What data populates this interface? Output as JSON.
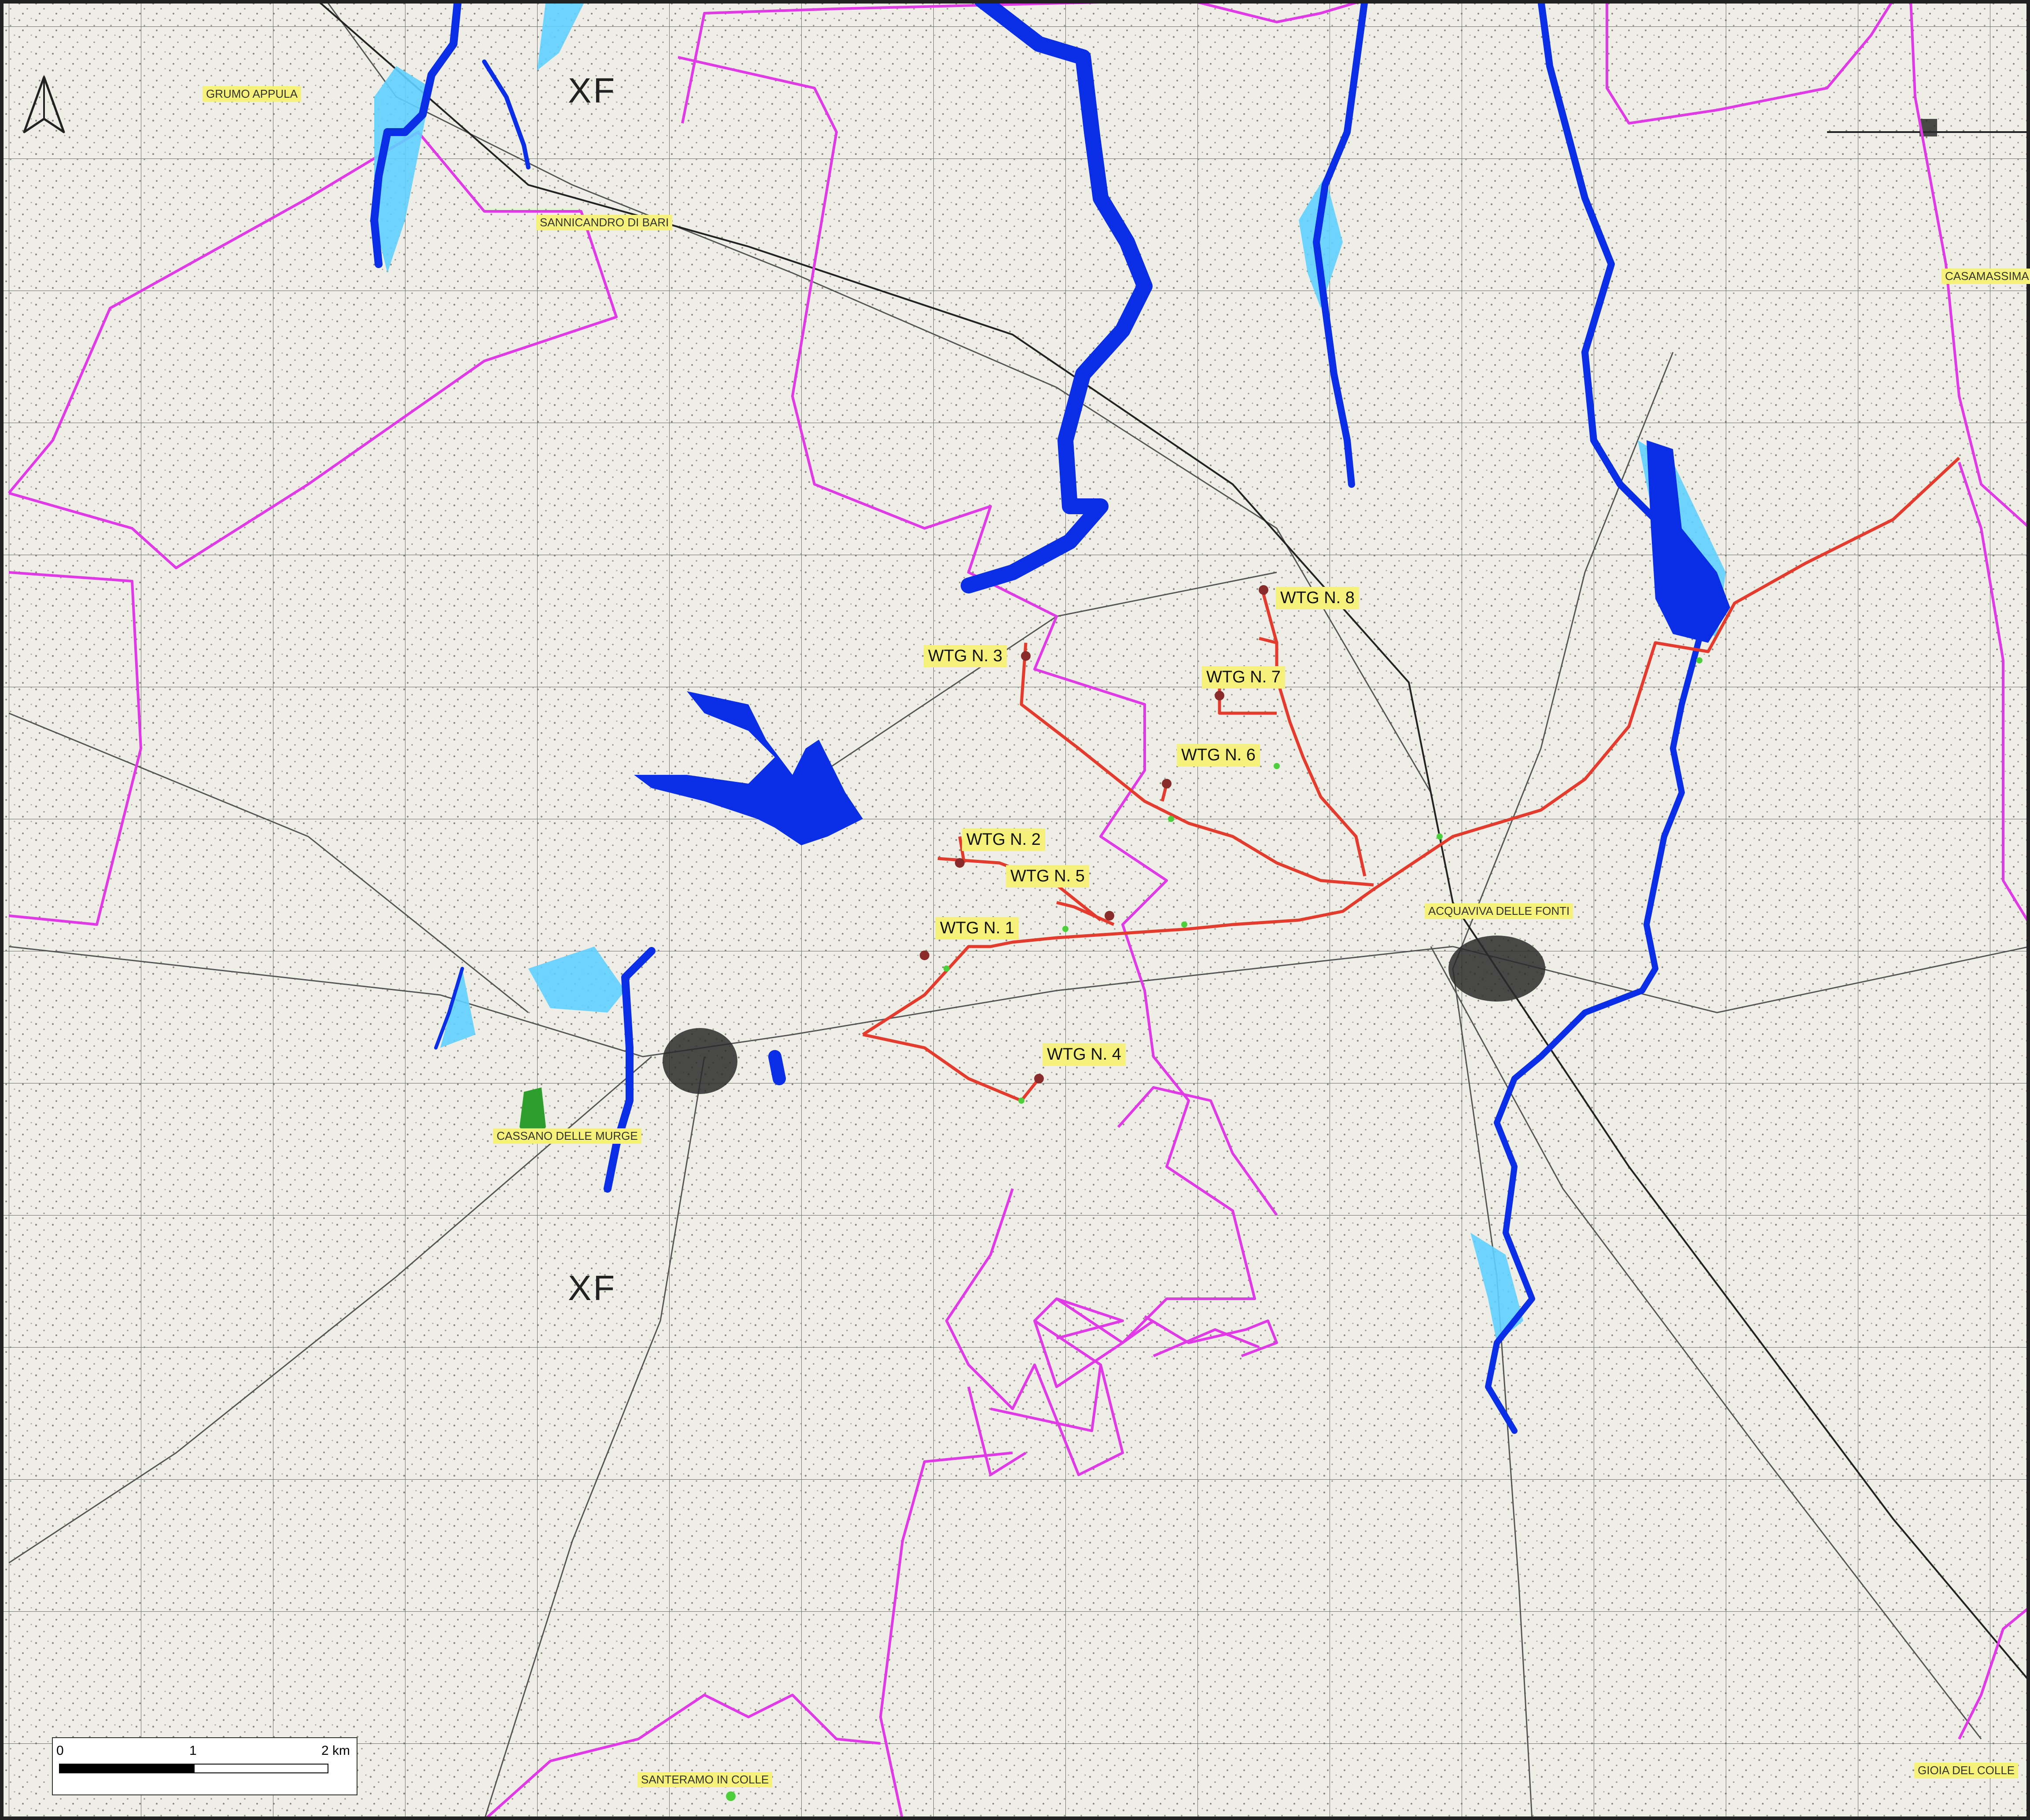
{
  "map": {
    "wtg_labels": [
      "WTG N. 1",
      "WTG N. 2",
      "WTG N. 3",
      "WTG N. 4",
      "WTG N. 5",
      "WTG N. 6",
      "WTG N. 7",
      "WTG N. 8"
    ],
    "towns": [
      "GRUMO APPULA",
      "SANNICANDRO DI BARI",
      "CASAMASSIMA",
      "ACQUAVIVA DELLE FONTI",
      "CASSANO DELLE MURGE",
      "SANTERAMO IN COLLE",
      "GIOIA DEL COLLE"
    ],
    "zone_labels": [
      "XF",
      "XF"
    ]
  },
  "scale_bar": {
    "tick_0": "0",
    "tick_1": "1",
    "tick_2": "2 km"
  },
  "colors": {
    "municipal_boundary": "#e03ae6",
    "cable_route": "#e33b2e",
    "flood_high": "#0a2ee6",
    "flood_low": "#5fd0ff",
    "label_bg": "#f6f17a",
    "grid": "#6a6a6a"
  },
  "icons": {
    "north_arrow": "north-arrow-icon"
  }
}
